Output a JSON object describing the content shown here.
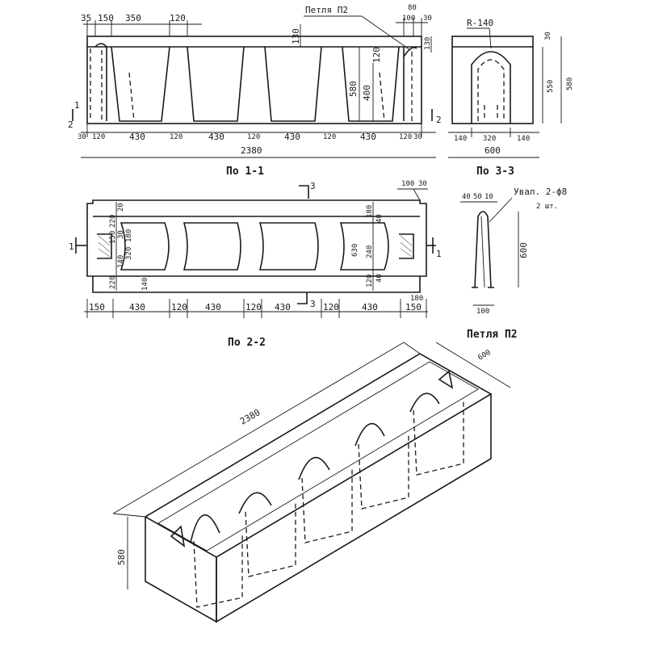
{
  "section_1": {
    "title": "По 1-1",
    "top_dims": [
      "35",
      "150",
      "350",
      "120"
    ],
    "loop_label": "Петля П2",
    "top_right_dims": [
      "80",
      "100",
      "30"
    ],
    "height_dims": [
      "130",
      "580",
      "400",
      "120",
      "130"
    ],
    "bottom_dims": [
      "30",
      "120",
      "430",
      "120",
      "430",
      "120",
      "430",
      "120",
      "430",
      "120",
      "30"
    ],
    "overall_length": "2380",
    "mark_1": "1",
    "mark_2": "2",
    "mark_2b": "2"
  },
  "section_3": {
    "title": "По 3-3",
    "radius_label": "R-140",
    "top_dim": "30",
    "height_dims": [
      "550",
      "580"
    ],
    "bottom_dims": [
      "140",
      "320",
      "140"
    ],
    "width": "600"
  },
  "section_2": {
    "title": "По 2-2",
    "mark_3_top": "3",
    "mark_3_bot": "3",
    "mark_1_left": "1",
    "mark_1_right": "1",
    "right_top_dims": [
      "100",
      "30"
    ],
    "left_side_dims": [
      "220",
      "20",
      "150",
      "30",
      "180",
      "320",
      "220",
      "140",
      "140"
    ],
    "right_side_dims": [
      "180",
      "40",
      "240",
      "630",
      "120",
      "40"
    ],
    "bottom_dims": [
      "150",
      "430",
      "120",
      "430",
      "120",
      "430",
      "120",
      "430",
      "150"
    ],
    "right_bottom_dim": "180"
  },
  "loop_p2": {
    "title": "Петля П2",
    "top_dims": [
      "40",
      "50",
      "10"
    ],
    "spec_line1": "Увал. 2-ф8",
    "spec_line2": "2 шт.",
    "height": "600",
    "base": "100"
  },
  "isometric": {
    "length": "2380",
    "width": "600",
    "height": "580"
  }
}
